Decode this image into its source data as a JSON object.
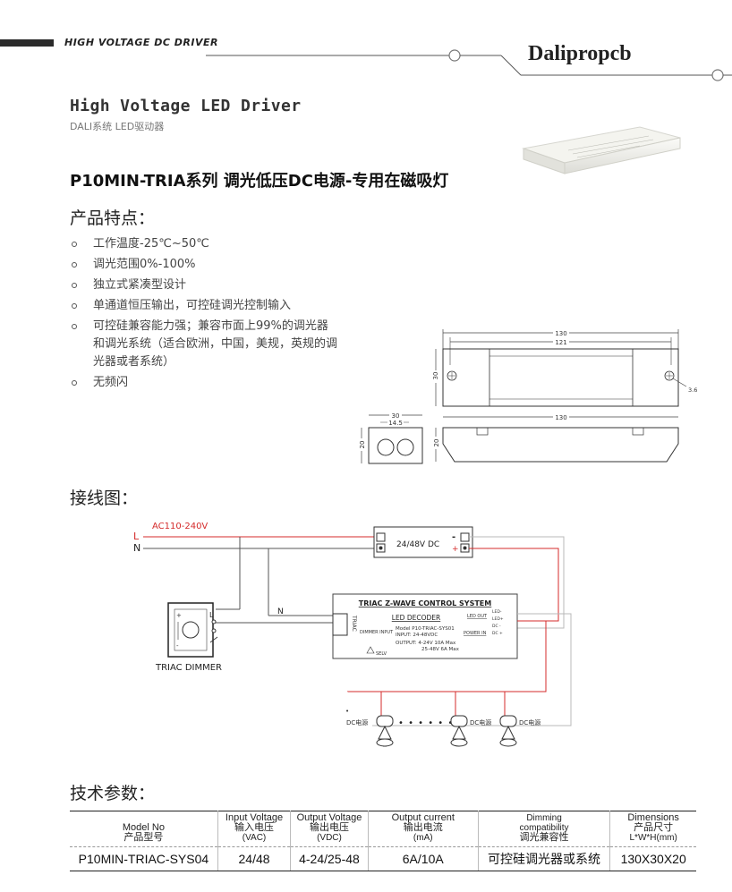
{
  "header": {
    "series_title": "HIGH VOLTAGE DC DRIVER",
    "brand": "Dalipropcb"
  },
  "hero": {
    "title": "High Voltage LED Driver",
    "subtitle": "DALI系统 LED驱动器"
  },
  "product": {
    "title": "P10MIN-TRIA系列 调光低压DC电源-专用在磁吸灯"
  },
  "features": {
    "heading": "产品特点：",
    "items": [
      "工作温度-25℃~50℃",
      "调光范围0%-100%",
      "独立式紧凑型设计",
      "单通道恒压输出，可控硅调光控制输入",
      "可控硅兼容能力强；兼容市面上99%的调光器和调光系统（适合欧洲，中国，美规，英规的调光器或者系统）",
      "无频闪"
    ]
  },
  "dimensions": {
    "length": "130",
    "hole_spacing": "121",
    "width": "30",
    "height": "20",
    "side_width": "30",
    "side_inner": "14.5",
    "hole_dia": "3.6"
  },
  "wiring": {
    "heading": "接线图：",
    "ac_label": "AC110-240V",
    "l_label": "L",
    "n_label": "N",
    "n_mid_label": "N",
    "psu_label": "24/48V DC",
    "psu_minus": "-",
    "psu_plus": "+",
    "dimmer_label": "TRIAC DIMMER",
    "dimmer_l": "L",
    "decoder": {
      "system": "TRIAC Z-WAVE CONTROL SYSTEM",
      "name": "LED DECODER",
      "model": "Model P10-TRIAC-SYS01",
      "input": "INPUT: 24-48VDC",
      "output1": "OUTPUT: 4-24V 10A Max",
      "output2": "25-48V 6A Max",
      "dimmer_input": "DIMMER INPUT",
      "led_out": "LED OUT",
      "power_in": "POWER IN",
      "triac": "TRIAC",
      "led_minus": "LED-",
      "led_plus": "LED+",
      "dc_minus": "DC -",
      "dc_plus": "DC +",
      "selv": "SELV"
    },
    "lamp_label": "DC电源",
    "dots": "• • • • • • •"
  },
  "spec": {
    "heading": "技术参数：",
    "headers": [
      {
        "en": "Model No",
        "cn": "产品型号",
        "unit": ""
      },
      {
        "en": "Input Voltage",
        "cn": "输入电压",
        "unit": "(VAC)"
      },
      {
        "en": "Output Voltage",
        "cn": "输出电压",
        "unit": "(VDC)"
      },
      {
        "en": "Output current",
        "cn": "输出电流",
        "unit": "(mA)"
      },
      {
        "en": "Dimming compatibility",
        "cn": "调光兼容性",
        "unit": ""
      },
      {
        "en": "Dimensions",
        "cn": "产品尺寸",
        "unit": "L*W*H(mm)"
      }
    ],
    "row": [
      "P10MIN-TRIAC-SYS04",
      "24/48",
      "4-24/25-48",
      "6A/10A",
      "可控硅调光器或系统",
      "130X30X20"
    ]
  },
  "colors": {
    "accent_red": "#d42b2b",
    "wire_gray": "#b8b8b8",
    "dark": "#2b2b2b"
  }
}
